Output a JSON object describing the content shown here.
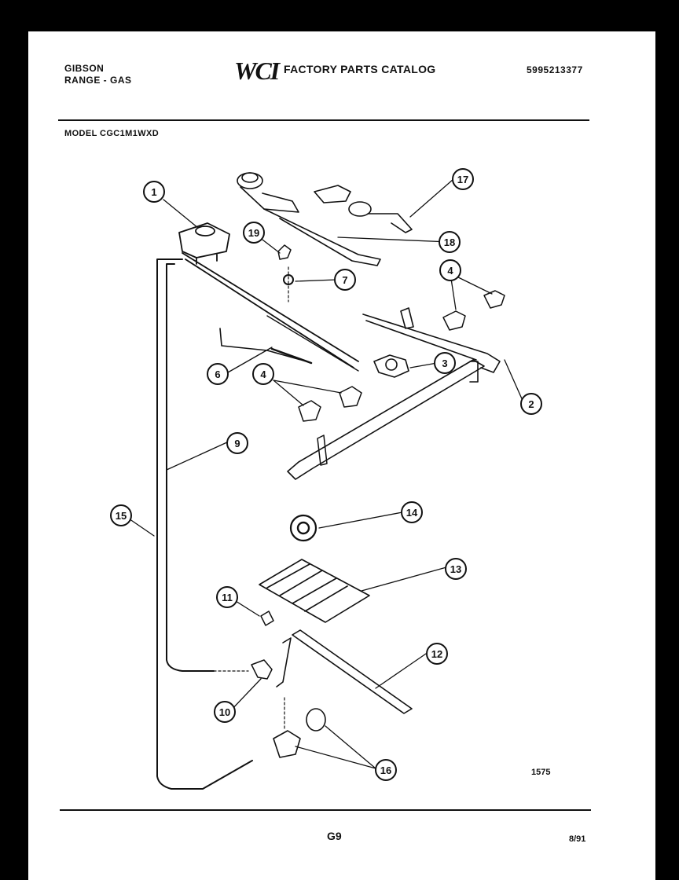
{
  "header": {
    "brand": "GIBSON",
    "product": "RANGE - GAS",
    "logo": "WCI",
    "catalog_title": "FACTORY PARTS CATALOG",
    "part_number": "5995213377",
    "model": "MODEL CGC1M1WXD"
  },
  "callouts": [
    "1",
    "2",
    "3",
    "4",
    "4",
    "6",
    "7",
    "9",
    "10",
    "11",
    "12",
    "13",
    "14",
    "15",
    "16",
    "17",
    "18",
    "19"
  ],
  "footer": {
    "figure_id": "1575",
    "page": "G9",
    "date": "8/91"
  }
}
